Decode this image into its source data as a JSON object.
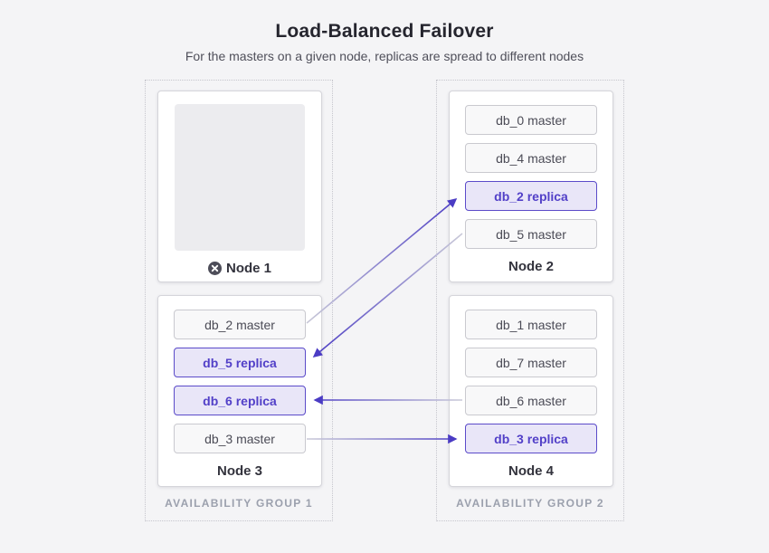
{
  "page": {
    "title": "Load-Balanced Failover",
    "subtitle": "For the masters on a given node, replicas are spread to different nodes"
  },
  "groups": [
    {
      "label": "AVAILABILITY GROUP 1",
      "nodes": [
        {
          "name": "Node 1",
          "status": "failed",
          "databases": []
        },
        {
          "name": "Node 3",
          "status": "active",
          "databases": [
            {
              "label": "db_2 master",
              "role": "master"
            },
            {
              "label": "db_5 replica",
              "role": "replica"
            },
            {
              "label": "db_6 replica",
              "role": "replica"
            },
            {
              "label": "db_3 master",
              "role": "master"
            }
          ]
        }
      ]
    },
    {
      "label": "AVAILABILITY GROUP 2",
      "nodes": [
        {
          "name": "Node 2",
          "status": "active",
          "databases": [
            {
              "label": "db_0 master",
              "role": "master"
            },
            {
              "label": "db_4 master",
              "role": "master"
            },
            {
              "label": "db_2 replica",
              "role": "replica"
            },
            {
              "label": "db_5 master",
              "role": "master"
            }
          ]
        },
        {
          "name": "Node 4",
          "status": "active",
          "databases": [
            {
              "label": "db_1 master",
              "role": "master"
            },
            {
              "label": "db_7 master",
              "role": "master"
            },
            {
              "label": "db_6 master",
              "role": "master"
            },
            {
              "label": "db_3 replica",
              "role": "replica"
            }
          ]
        }
      ]
    }
  ],
  "connections": [
    {
      "from": "db_2 master on Node 3",
      "to": "db_2 replica on Node 2"
    },
    {
      "from": "db_5 master on Node 2",
      "to": "db_5 replica on Node 3"
    },
    {
      "from": "db_6 master on Node 4",
      "to": "db_6 replica on Node 3"
    },
    {
      "from": "db_3 master on Node 3",
      "to": "db_3 replica on Node 4"
    }
  ],
  "colors": {
    "background": "#f4f4f6",
    "accent_purple": "#4b3cc4",
    "replica_border": "#5b4bc9",
    "replica_fill": "#e9e6f8",
    "replica_text": "#5240c8",
    "master_border": "#c9c9cf",
    "master_fill": "#f8f8f9",
    "arrow_light": "#c9c9d8",
    "arrow_dark": "#4b3cc4",
    "failed_icon": "#4d4d59"
  }
}
